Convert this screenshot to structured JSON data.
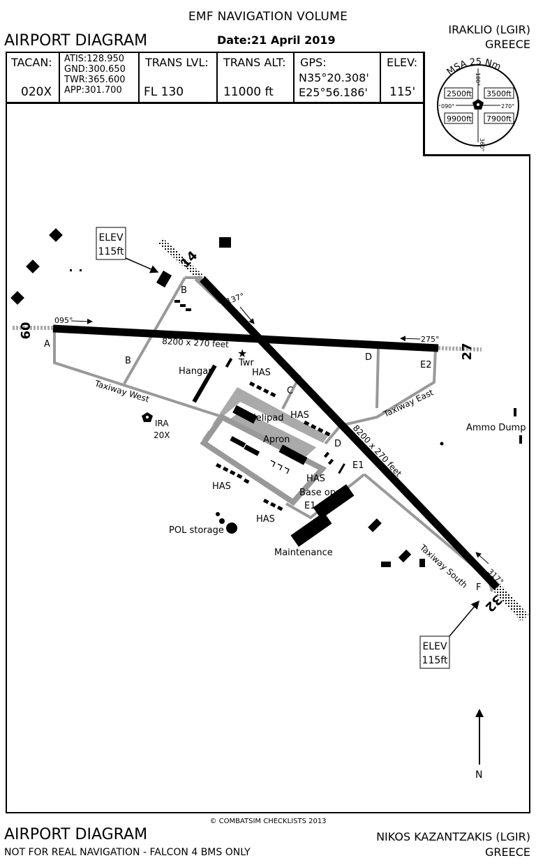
{
  "header": {
    "volume": "EMF NAVIGATION VOLUME",
    "date": "Date:21 April 2019",
    "diagram_title": "AIRPORT DIAGRAM",
    "airport_code": "IRAKLIO (LGIR)",
    "country": "GREECE"
  },
  "info": {
    "tacan_label": "TACAN:",
    "tacan_value": "020X",
    "atis": "ATIS:128.950",
    "gnd": "GND:300.650",
    "twr": "TWR:365.600",
    "app": "APP:301.700",
    "trans_lvl_label": "TRANS LVL:",
    "trans_lvl_value": "FL 130",
    "trans_alt_label": "TRANS ALT:",
    "trans_alt_value": "11000 ft",
    "gps_label": "GPS:",
    "gps_lat": "N35°20.308'",
    "gps_lon": "E25°56.186'",
    "elev_label": "ELEV:",
    "elev_value": "115'"
  },
  "msa": {
    "title": "MSA 25 Nm",
    "nw": "2500ft",
    "ne": "3500ft",
    "sw": "9900ft",
    "se": "7900ft",
    "b090": "090°",
    "b270": "270°",
    "b180": "180°",
    "b360": "360°"
  },
  "map": {
    "elev_callout": [
      "ELEV",
      "115ft"
    ],
    "rwy_09": "09",
    "rwy_27": "27",
    "rwy_14": "14",
    "rwy_32": "32",
    "hdg_095": "095°",
    "hdg_275": "275°",
    "hdg_137": "137°",
    "hdg_317": "317°",
    "rwy_dims_1": "8200 x 270 feet",
    "rwy_dims_2": "8200 x 270 feet",
    "twr": "Twr",
    "hangar": "Hangar",
    "helipad": "Helipad",
    "apron": "Apron",
    "has": "HAS",
    "base_ops": "Base ops",
    "maintenance": "Maintenance",
    "pol": "POL storage",
    "ammo": "Ammo Dump",
    "ira": "IRA",
    "ira_ch": "20X",
    "twy_west": "Taxiway West",
    "twy_east": "Taxiway East",
    "twy_south": "Taxiway South",
    "tA": "A",
    "tB": "B",
    "tC": "C",
    "tD": "D",
    "tE1": "E1",
    "tE2": "E2",
    "tF": "F",
    "north": "N"
  },
  "footer": {
    "copyright": "© COMBATSIM CHECKLISTS 2013",
    "title": "AIRPORT DIAGRAM",
    "disclaimer": "NOT FOR REAL NAVIGATION - FALCON 4 BMS ONLY",
    "airport": "NIKOS KAZANTZAKIS (LGIR)",
    "country": "GREECE"
  }
}
